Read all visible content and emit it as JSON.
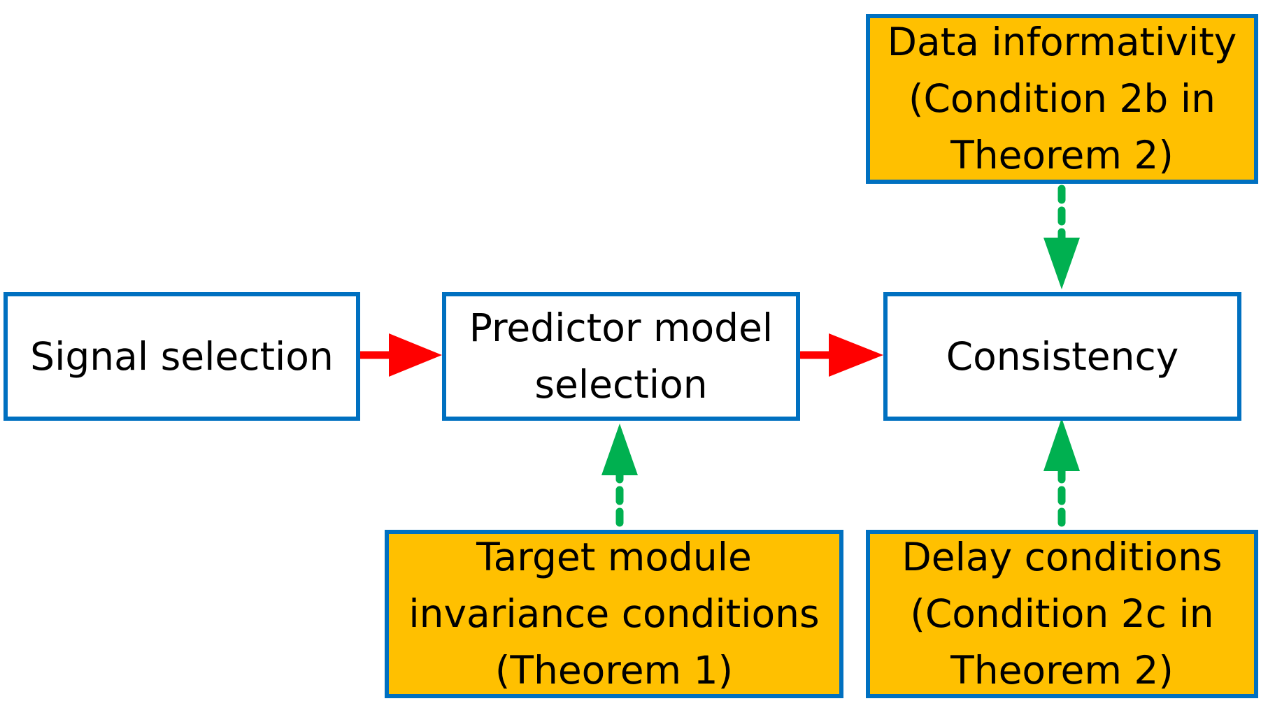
{
  "colors": {
    "box_border": "#0070C0",
    "condition_fill": "#FFC000",
    "process_fill": "#FFFFFF",
    "flow_arrow": "#FF0000",
    "condition_arrow": "#00B050"
  },
  "process_boxes": {
    "signal_selection": {
      "lines": [
        "Signal selection"
      ]
    },
    "predictor_model_selection": {
      "lines": [
        "Predictor model",
        "selection"
      ]
    },
    "consistency": {
      "lines": [
        "Consistency"
      ]
    }
  },
  "condition_boxes": {
    "data_informativity": {
      "lines": [
        "Data informativity",
        "(Condition 2b in",
        "Theorem 2)"
      ]
    },
    "target_module": {
      "lines": [
        "Target module",
        "invariance conditions",
        "(Theorem 1)"
      ]
    },
    "delay_conditions": {
      "lines": [
        "Delay conditions",
        "(Condition 2c in",
        "Theorem 2)"
      ]
    }
  }
}
